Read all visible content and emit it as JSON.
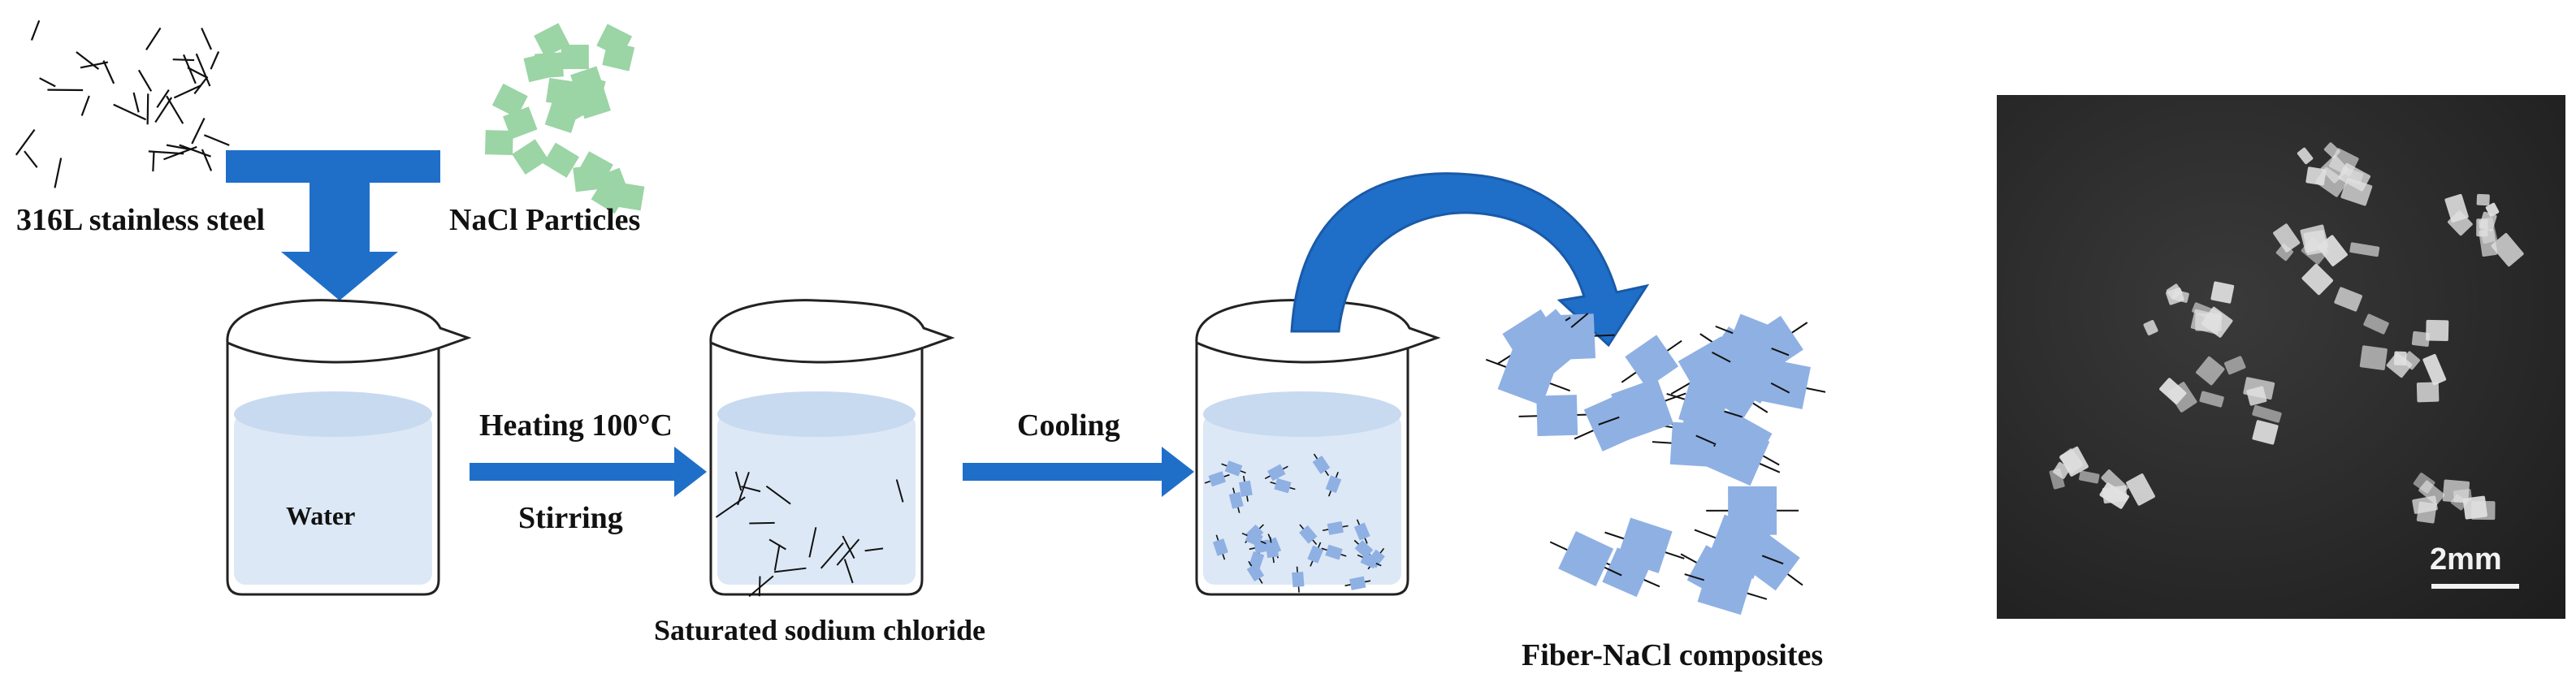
{
  "labels": {
    "steel": "316L stainless steel",
    "nacl": "NaCl Particles",
    "water": "Water",
    "heating": "Heating 100°C",
    "stirring": "Stirring",
    "saturated": "Saturated sodium chloride",
    "cooling": "Cooling",
    "composites": "Fiber-NaCl composites"
  },
  "photo": {
    "scale_label": "2mm"
  },
  "colors": {
    "arrow_blue": "#1f6fc9",
    "arrow_dark": "#1a5aa8",
    "nacl_green": "#9bd4a5",
    "water_fill": "#dde8f6",
    "water_surface": "#c8daf0",
    "composite_blue": "#8fb0e3",
    "fiber": "#111111",
    "beaker_outline": "#222222"
  },
  "icons": {
    "merge_arrow": "t-junction-arrow-icon",
    "process_arrow": "right-arrow-icon",
    "curved_arrow": "curved-arrow-icon"
  }
}
